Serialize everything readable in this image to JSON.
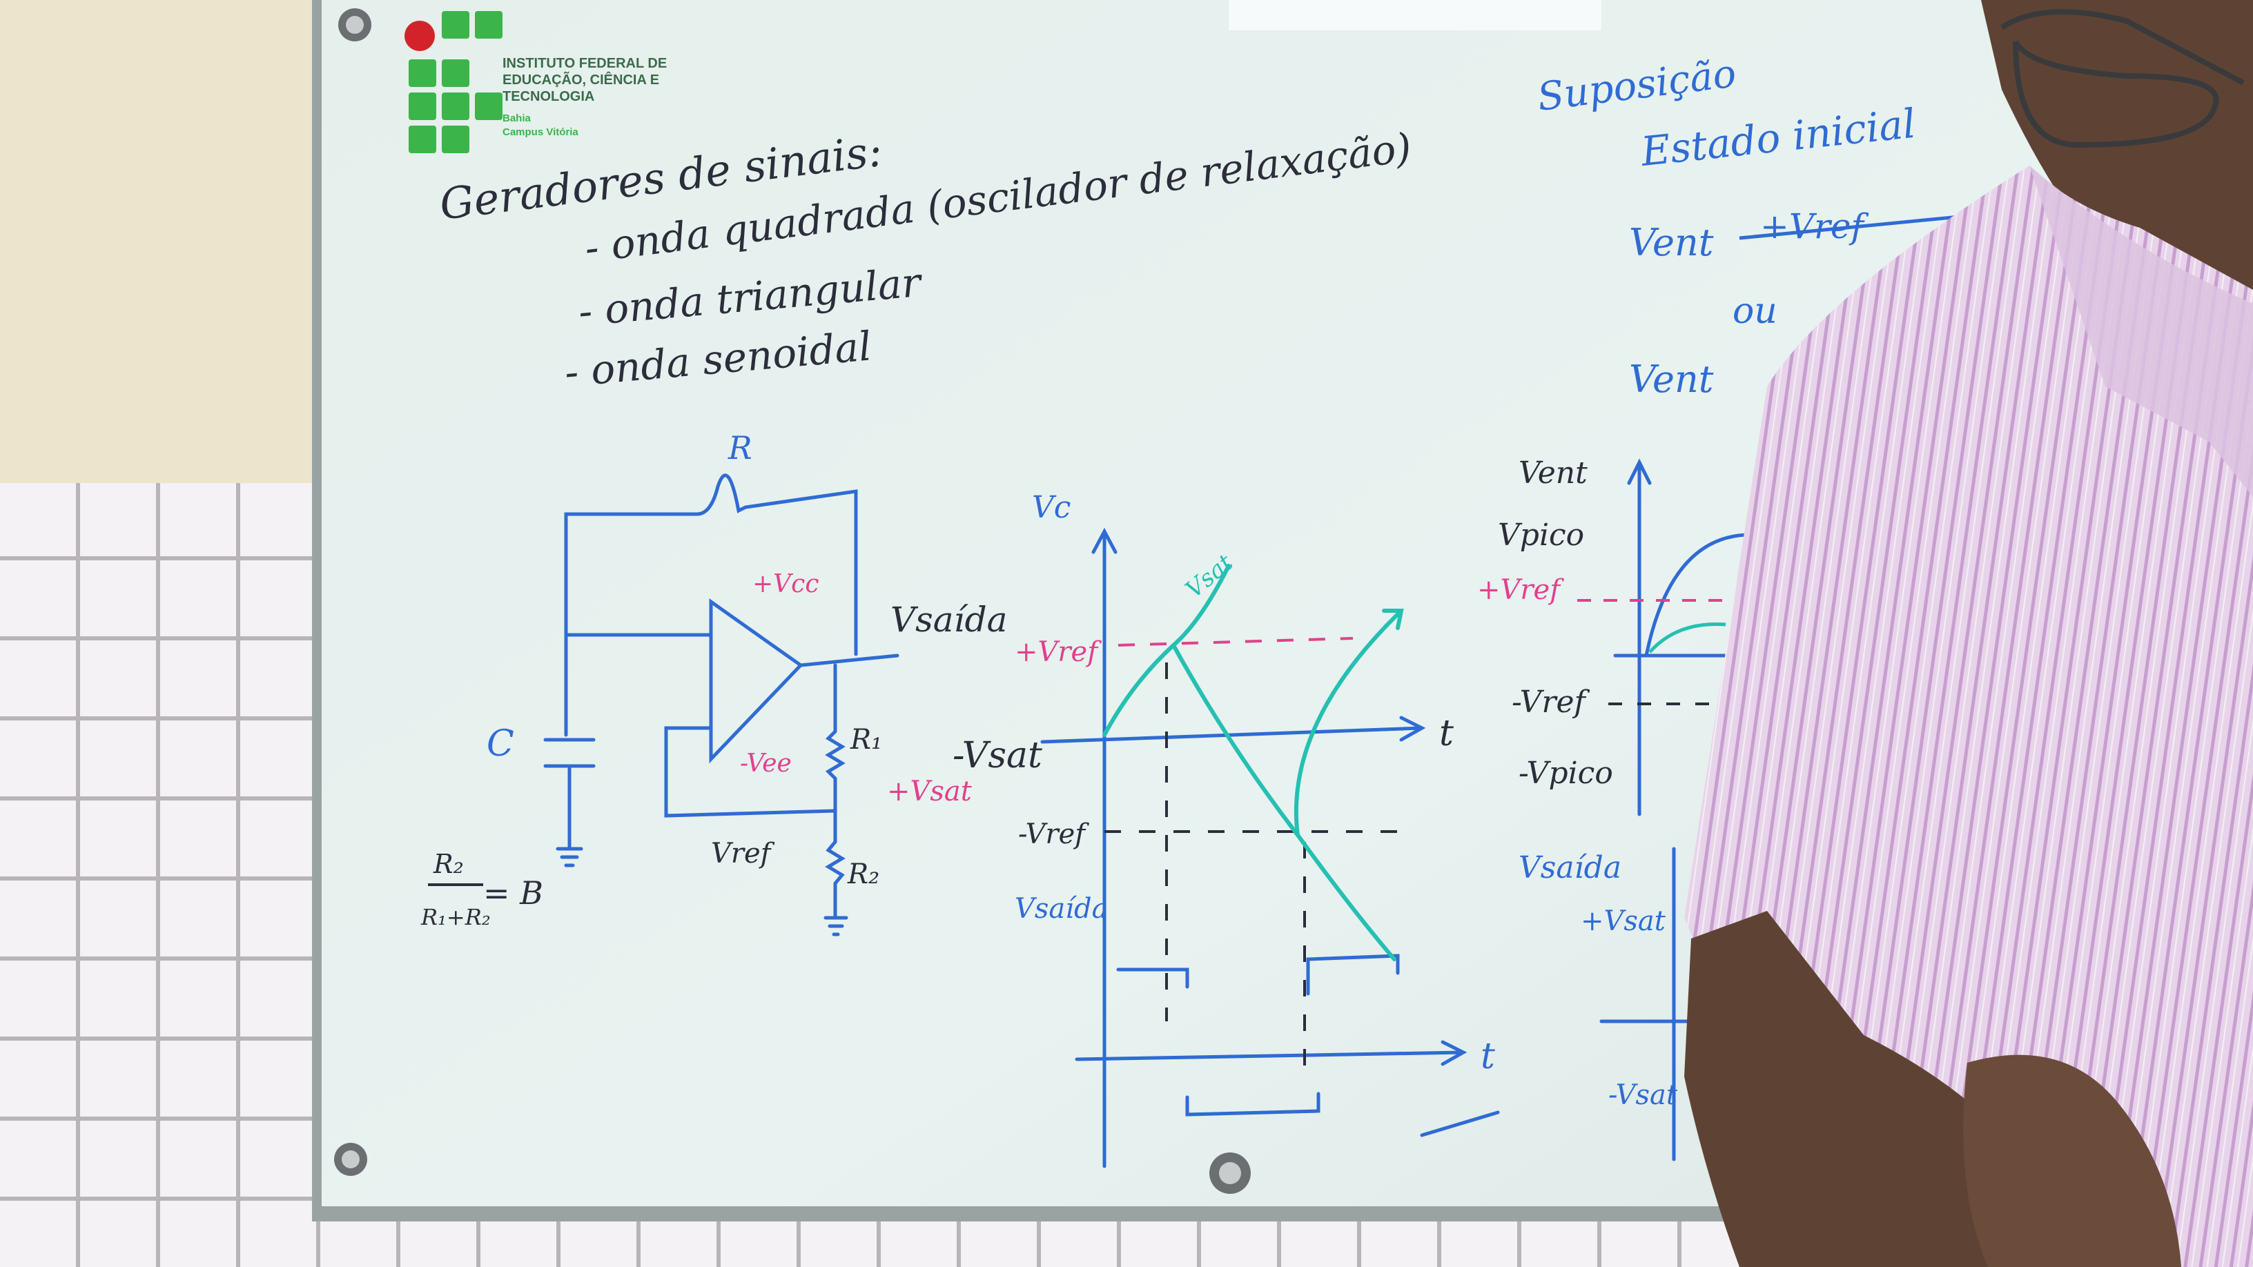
{
  "colors": {
    "wall": "#e9e2c9",
    "tile": "#f4f2f4",
    "grout": "#b9b4b8",
    "board": "#e7f1ef",
    "board_frame": "#9aa3a3",
    "ink_black": "#2b2e3a",
    "ink_blue": "#2f6bd3",
    "ink_teal": "#25c0b2",
    "ink_red": "#e0418c",
    "logo_green": "#3bb54a",
    "logo_red": "#d2232a",
    "shirt": "#e8d4ea",
    "shirt_stripe": "#c79fcf",
    "skin": "#5e4334"
  },
  "logo": {
    "lines": [
      "INSTITUTO FEDERAL DE",
      "EDUCAÇÃO, CIÊNCIA E",
      "TECNOLOGIA"
    ],
    "campus_line1": "Bahia",
    "campus_line2": "Campus Vitória"
  },
  "board": {
    "title": "Geradores de sinais:",
    "items": [
      "- onda quadrada (oscilador de relaxação)",
      "- onda triangular",
      "- onda senoidal"
    ],
    "notes": {
      "suposicao": "Suposição",
      "estado": "Estado inicial",
      "vent1": "Vent",
      "vref_struck": "+Vref",
      "ou": "ou",
      "vent2": "Vent"
    }
  },
  "circuit": {
    "r_label": "R",
    "c_label": "C",
    "vcc": "+Vcc",
    "vee": "-Vee",
    "vsaida": "Vsaída",
    "r1": "R₁",
    "r2": "R₂",
    "vref": "Vref",
    "beta_num": "R₂",
    "beta_den": "R₁+R₂",
    "beta_eq": "= B",
    "plus_vsat": "+Vsat",
    "minus_vsat": "-Vsat"
  },
  "graph_center": {
    "vc": "Vc",
    "vsat": "Vsat",
    "plus_vref": "+Vref",
    "minus_vref": "-Vref",
    "t": "t",
    "vsaida": "Vsaída"
  },
  "graph_right": {
    "vent": "Vent",
    "vpico": "Vpico",
    "plus_vref": "+Vref",
    "minus_vref": "-Vref",
    "minus_vpico": "-Vpico",
    "vsaida": "Vsaída",
    "plus_vsat": "+Vsat",
    "minus_vsat": "-Vsat"
  }
}
